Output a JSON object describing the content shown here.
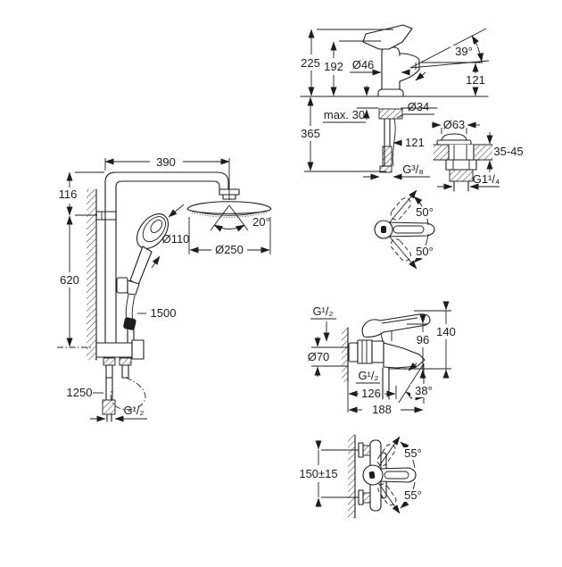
{
  "colors": {
    "line": "#1d1d1b",
    "background": "#ffffff"
  },
  "drawings": {
    "shower": {
      "labels": {
        "w390": "390",
        "h116": "116",
        "h620": "620",
        "d110": "Ø110",
        "d250": "Ø250",
        "a20": "20°",
        "l1500": "1500",
        "l1250": "1250",
        "g12": "G¹/₂"
      }
    },
    "basin": {
      "labels": {
        "h225": "225",
        "h192": "192",
        "d46": "Ø46",
        "a39": "39°",
        "h121": "121",
        "max30": "max. 30",
        "d34": "Ø34",
        "h365": "365",
        "l121": "121",
        "g38": "G³/₈"
      }
    },
    "waste": {
      "labels": {
        "d63": "Ø63",
        "t3545": "35-45",
        "g114": "G1¹/₄"
      }
    },
    "handle": {
      "labels": {
        "a50a": "50°",
        "a50b": "50°"
      }
    },
    "bath": {
      "labels": {
        "g12a": "G¹/₂",
        "d70": "Ø70",
        "h96": "96",
        "h140": "140",
        "g12b": "G¹/₂",
        "w126": "126",
        "a38": "38°",
        "w188": "188"
      }
    },
    "mixer": {
      "labels": {
        "s150": "150±15",
        "a55a": "55°",
        "a55b": "55°"
      }
    }
  }
}
